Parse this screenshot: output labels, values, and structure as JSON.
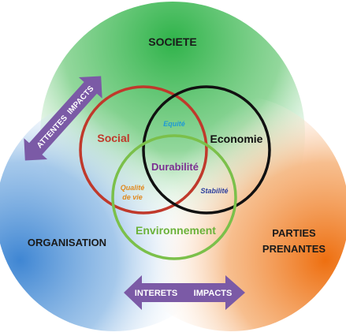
{
  "outer": {
    "top": {
      "label": "SOCIETE",
      "color": "#2fb34a"
    },
    "left": {
      "label": "ORGANISATION",
      "color": "#4a8fd6"
    },
    "right": {
      "label_line1": "PARTIES",
      "label_line2": "PRENANTES",
      "color": "#ee7a1f"
    }
  },
  "inner": {
    "social": {
      "label": "Social",
      "color": "#c0392b"
    },
    "economie": {
      "label": "Economie",
      "color": "#111111"
    },
    "environnement": {
      "label": "Environnement",
      "color": "#6bb23a"
    },
    "center": {
      "label": "Durabilité",
      "color": "#7b2f91"
    },
    "equite": {
      "label": "Equité",
      "color": "#1e9ad6"
    },
    "qualite": {
      "label_line1": "Qualité",
      "label_line2": "de vie",
      "color": "#e08a1e"
    },
    "stabilite": {
      "label": "Stabilité",
      "color": "#2e3f9e"
    }
  },
  "arrows": {
    "left_diag": {
      "label_a": "ATTENTES",
      "label_b": "IMPACTS",
      "color": "#7b5aa6"
    },
    "bottom": {
      "label_a": "INTERETS",
      "label_b": "IMPACTS",
      "color": "#7b5aa6"
    }
  }
}
